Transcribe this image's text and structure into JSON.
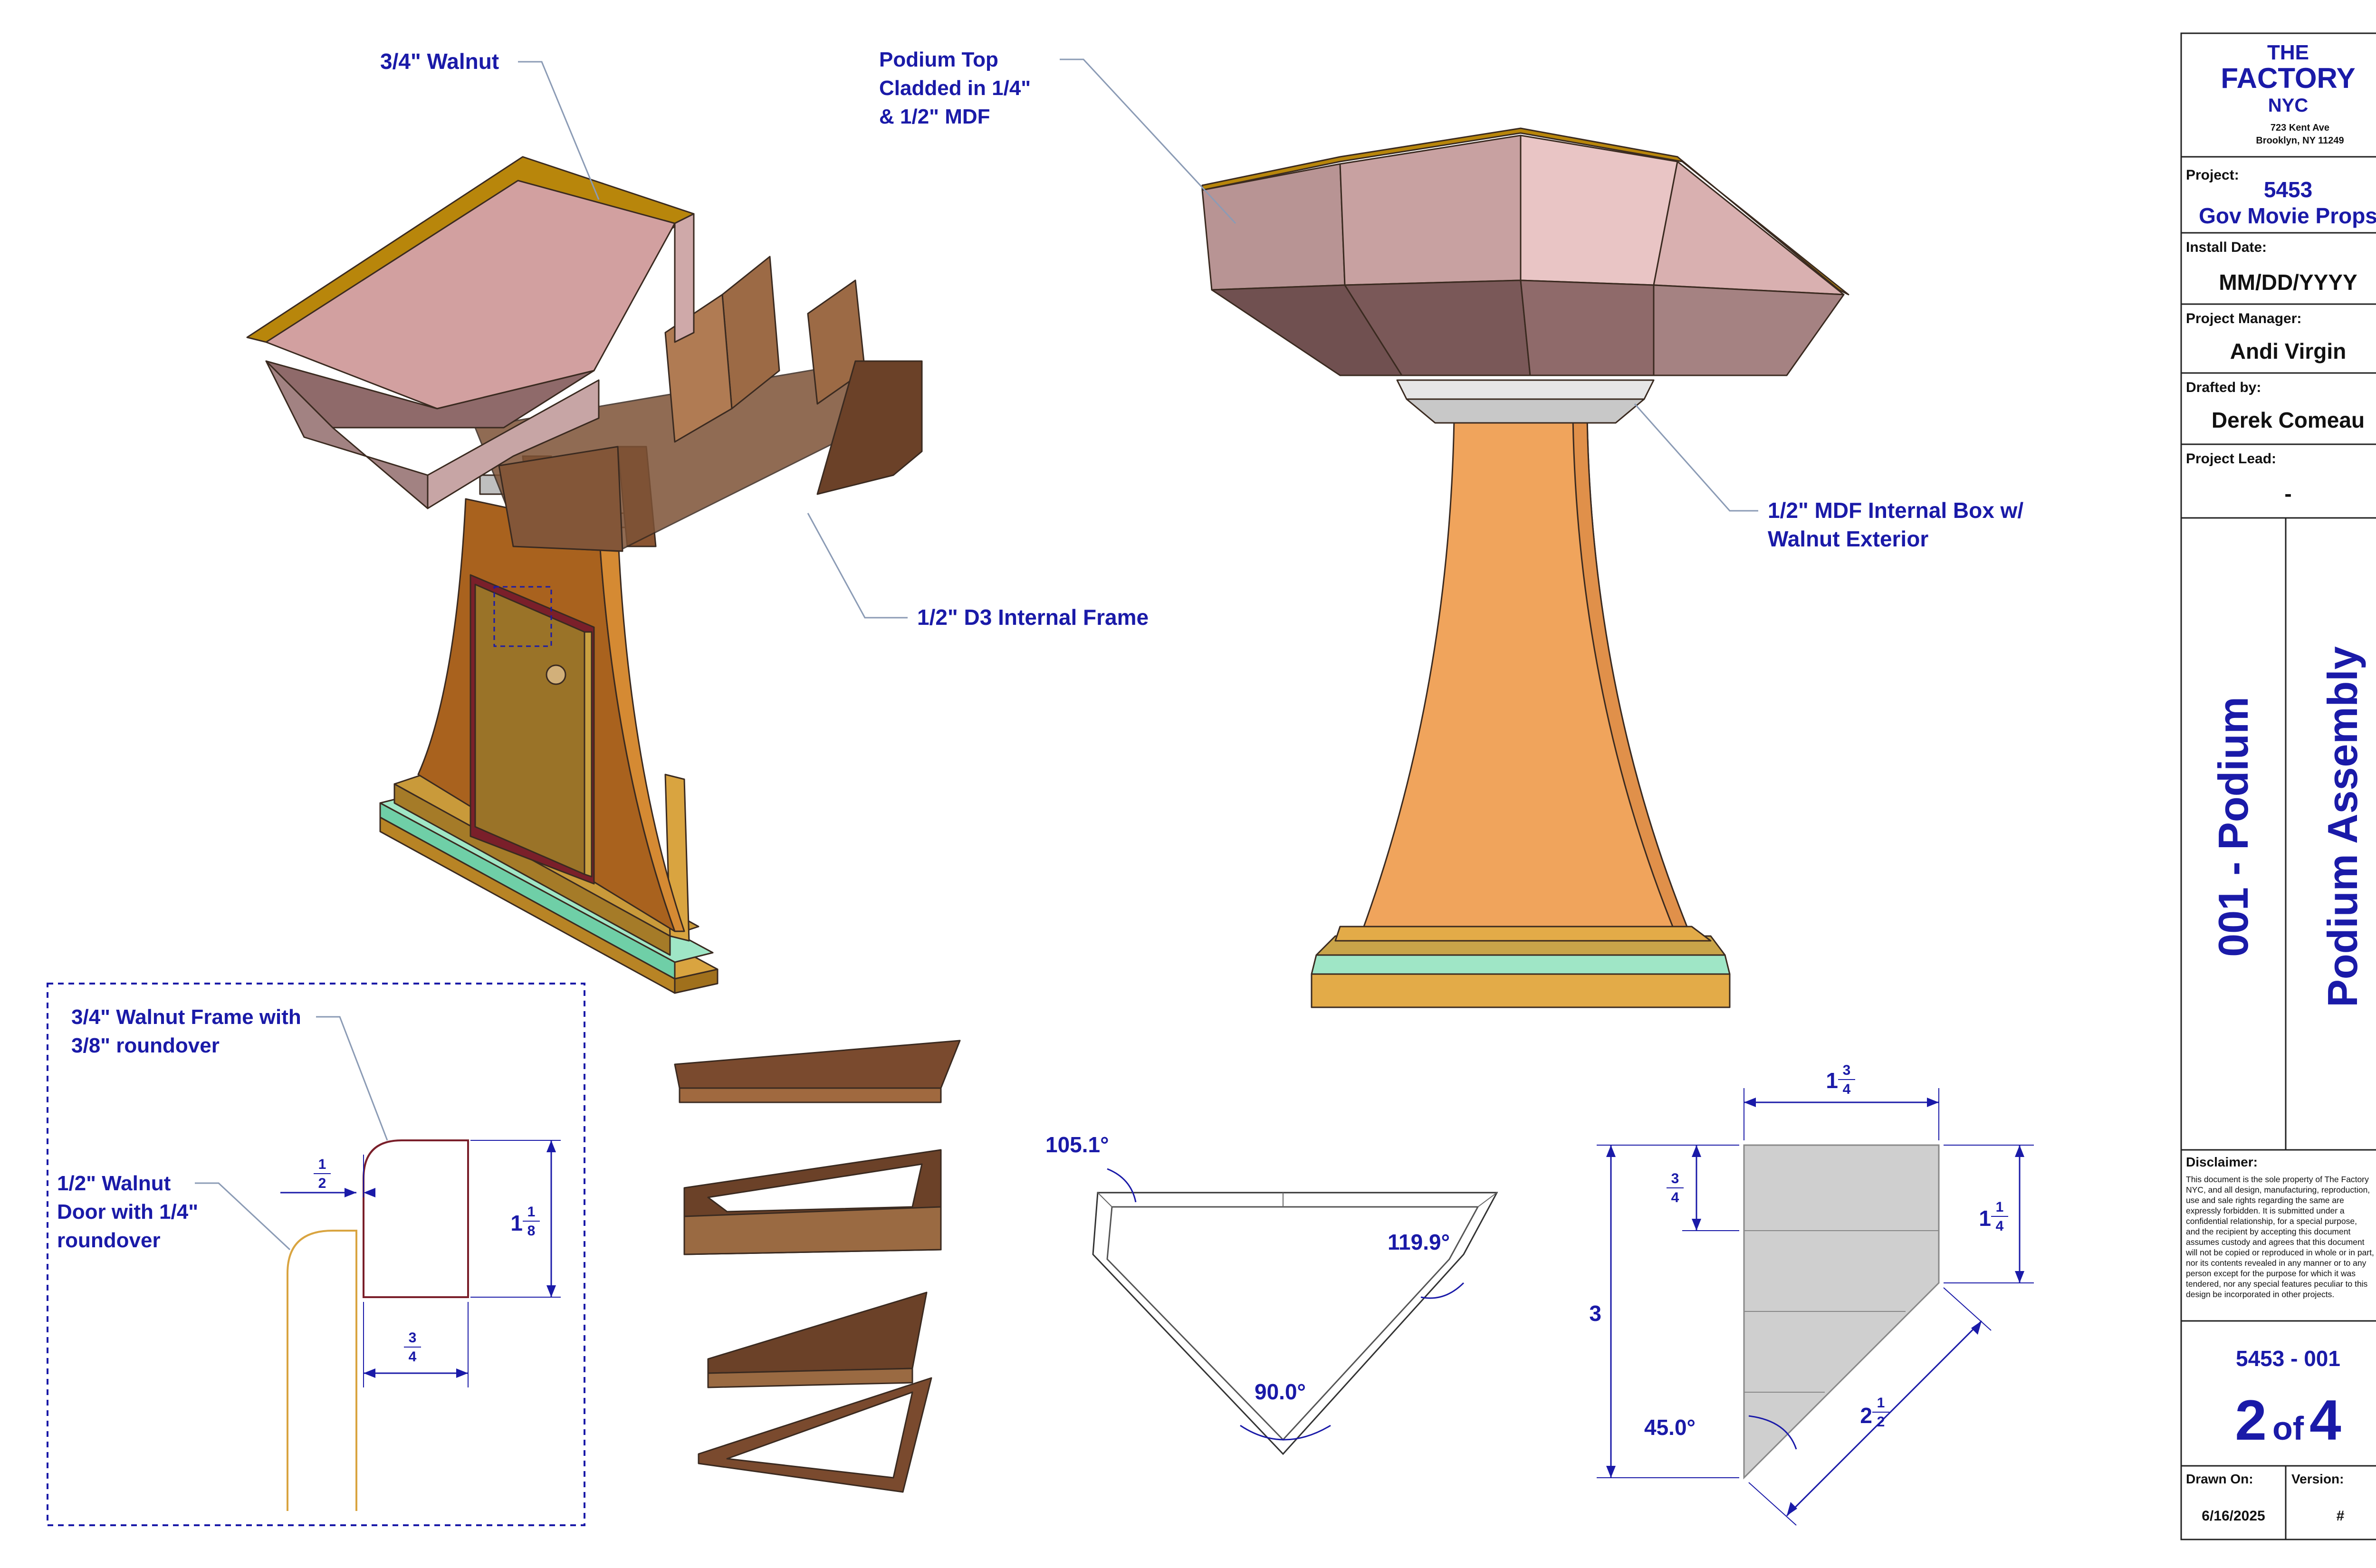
{
  "callouts": {
    "walnut_top": "3/4\" Walnut",
    "podium_top_1": "Podium Top",
    "podium_top_2": "Cladded in 1/4\"",
    "podium_top_3": "& 1/2\" MDF",
    "internal_frame": "1/2\" D3 Internal Frame",
    "internal_box_1": "1/2\" MDF Internal Box w/",
    "internal_box_2": "Walnut Exterior",
    "walnut_frame_1": "3/4\" Walnut Frame with",
    "walnut_frame_2": "3/8\" roundover",
    "walnut_door_1": "1/2\" Walnut",
    "walnut_door_2": "Door  with 1/4\"",
    "walnut_door_3": "roundover"
  },
  "detail_dims": {
    "top_whole": "",
    "top_num": "1",
    "top_den": "2",
    "right_whole": "1",
    "right_num": "1",
    "right_den": "8",
    "bottom_num": "3",
    "bottom_den": "4"
  },
  "angles": {
    "a1": "105.1°",
    "a2": "119.9°",
    "a3": "90.0°"
  },
  "profile_dims": {
    "top_whole": "1",
    "top_num": "3",
    "top_den": "4",
    "left_small_num": "3",
    "left_small_den": "4",
    "left_big": "3",
    "right_whole": "1",
    "right_num": "1",
    "right_den": "4",
    "diag_whole": "2",
    "diag_num": "1",
    "diag_den": "2",
    "angle": "45.0°"
  },
  "title_block": {
    "logo_1": "THE",
    "logo_2": "FACTORY",
    "logo_3": "NYC",
    "address_1": "723 Kent Ave",
    "address_2": "Brooklyn, NY 11249",
    "project_label": "Project:",
    "project_number": "5453",
    "project_name": "Gov Movie Props",
    "install_label": "Install Date:",
    "install_value": "MM/DD/YYYY",
    "pm_label": "Project Manager:",
    "pm_value": "Andi Virgin",
    "drafted_label": "Drafted by:",
    "drafted_value": "Derek Comeau",
    "lead_label": "Project Lead:",
    "lead_value": "-",
    "vertical_1": "001 - Podium",
    "vertical_2": "Podium Assembly",
    "disclaimer_label": "Disclaimer:",
    "disclaimer_lines": [
      "This document is the sole property of The Factory",
      "NYC, and all design, manufacturing, reproduction,",
      "use and sale rights regarding the same are",
      "expressly forbidden. It is submitted under a",
      "confidential relationship, for a special purpose,",
      "and the recipient by accepting this document",
      "assumes custody and agrees that this document",
      "will not be copied or reproduced in whole or in part,",
      "nor its contents revealed in any manner or to any",
      "person except for the purpose for which it was",
      "tendered, nor any special features peculiar to this",
      "design be incorporated in other projects."
    ],
    "drawing_number": "5453 - 001",
    "sheet_num": "2",
    "sheet_of": "of",
    "sheet_total": "4",
    "drawn_label": "Drawn On:",
    "drawn_value": "6/16/2025",
    "version_label": "Version:",
    "version_value": "#"
  }
}
